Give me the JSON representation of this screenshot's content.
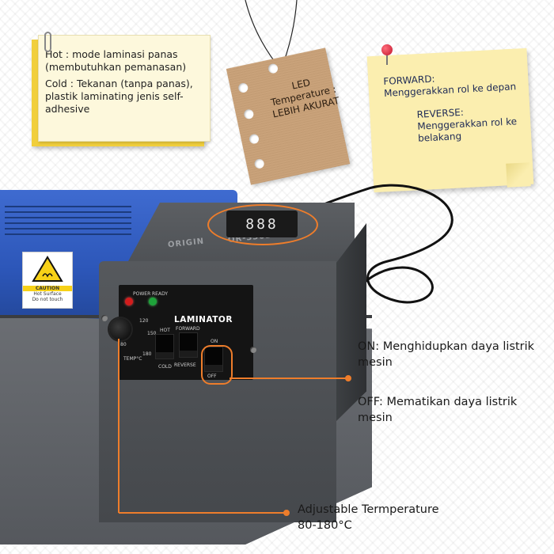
{
  "note_left": {
    "line1": "Hot : mode laminasi panas (membutuhkan pemanasan)",
    "line2": "Cold : Tekanan (tanpa panas), plastik laminating jenis self-adhesive"
  },
  "tag": {
    "line1": "LED",
    "line2": "Temperature :",
    "line3": "LEBIH AKURAT"
  },
  "note_right": {
    "forward_title": "FORWARD:",
    "forward_desc": "Menggerakkan rol ke depan",
    "reverse_title": "REVERSE:",
    "reverse_desc": "Menggerakkan rol ke belakang"
  },
  "machine": {
    "brand": "ORIGIN",
    "model": "OR-330D",
    "display_value": "888",
    "panel_title": "LAMINATOR",
    "power_label": "POWER",
    "ready_label": "READY",
    "hot_label": "HOT",
    "cold_label": "COLD",
    "forward_label": "FORWARD",
    "reverse_label": "REVERSE",
    "on_label": "ON",
    "off_label": "OFF",
    "temp_label": "TEMP°C",
    "dial_80": "80",
    "dial_120": "120",
    "dial_150": "150",
    "dial_180": "180",
    "warning_title": "CAUTION",
    "warning_line1": "Hot Surface",
    "warning_line2": "Do not touch"
  },
  "callouts": {
    "on_text": "ON: Menghidupkan daya listrik mesin",
    "off_text": "OFF: Mematikan daya listrik mesin",
    "temp_title": "Adjustable Termperature",
    "temp_range": "80-180°C"
  },
  "colors": {
    "accent": "#ee7d2b",
    "machine_blue": "#2c56b8",
    "housing_gray": "#55585d",
    "note_yellow": "#fbeeaf"
  }
}
